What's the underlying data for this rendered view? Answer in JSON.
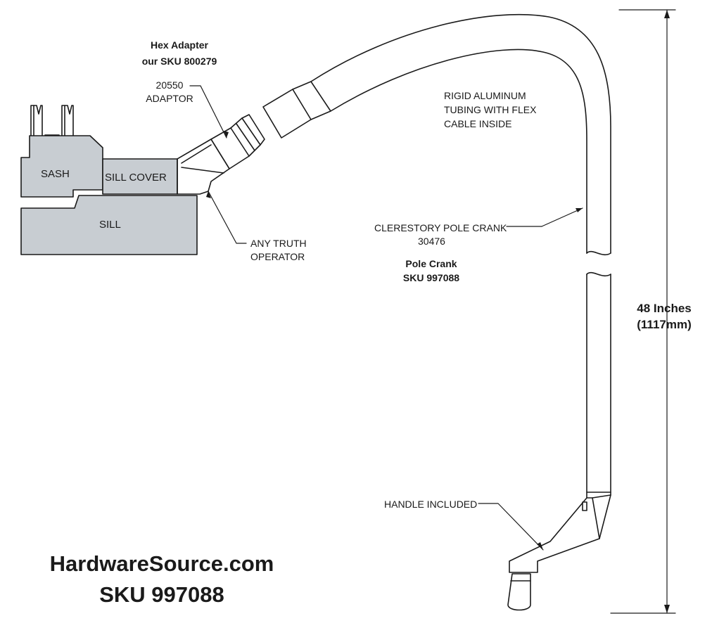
{
  "colors": {
    "stroke": "#1a1a1a",
    "part_fill": "#c8cdd2",
    "background": "#ffffff"
  },
  "hex_adapter": {
    "title": "Hex Adapter",
    "sku": "our SKU 800279"
  },
  "callouts": {
    "adaptor_number": "20550",
    "adaptor_label": "ADAPTOR",
    "operator_line1": "ANY TRUTH",
    "operator_line2": "OPERATOR",
    "tubing_line1": "RIGID ALUMINUM",
    "tubing_line2": "TUBING WITH FLEX",
    "tubing_line3": "CABLE INSIDE",
    "crank_label": "CLERESTORY POLE CRANK",
    "crank_number": "30476",
    "handle_label": "HANDLE INCLUDED"
  },
  "pole_crank": {
    "title": "Pole Crank",
    "sku": "SKU 997088"
  },
  "window_parts": {
    "sash": "SASH",
    "sill_cover": "SILL COVER",
    "sill": "SILL"
  },
  "dimension": {
    "inches": "48 Inches",
    "mm": "(1117mm)"
  },
  "branding": {
    "site": "HardwareSource.com",
    "sku": "SKU 997088"
  }
}
